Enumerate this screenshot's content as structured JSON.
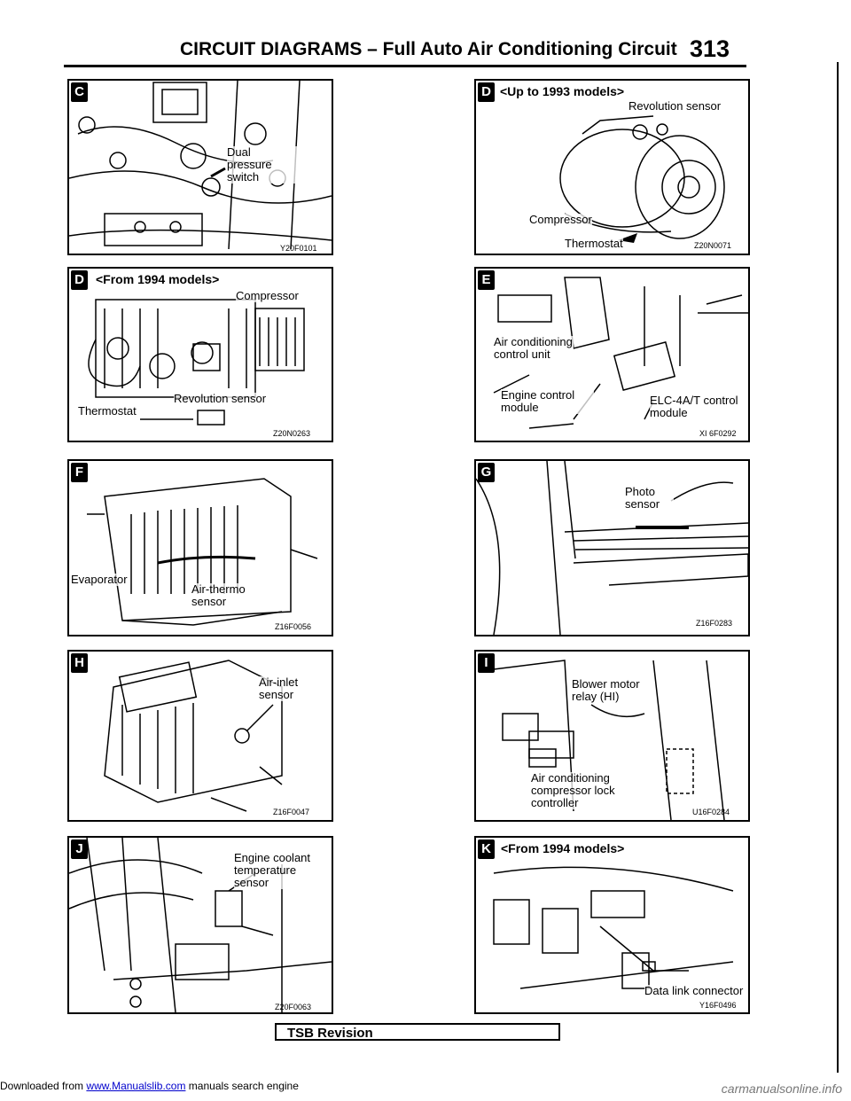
{
  "download_line": {
    "prefix": "Downloaded from",
    "link": "www.Manualslib.com",
    "suffix": "manuals search engine"
  },
  "header": {
    "title": "CIRCUIT DIAGRAMS – Full Auto Air Conditioning Circuit",
    "page_number": "313"
  },
  "watermark": "carmanualsonline.info",
  "footer": {
    "tsb": "TSB Revision"
  },
  "panels": {
    "C": {
      "letter": "C",
      "labels": [
        "Dual pressure switch"
      ],
      "code": "Y20F0101"
    },
    "D1": {
      "letter": "D",
      "heading": "<Up to 1993 models>",
      "labels": [
        "Revolution sensor",
        "Compressor",
        "Thermostat"
      ],
      "code": "Z20N0071"
    },
    "D2": {
      "letter": "D",
      "heading": "<From 1994 models>",
      "labels": [
        "Compressor",
        "Revolution sensor",
        "Thermostat"
      ],
      "code": "Z20N0263"
    },
    "E": {
      "letter": "E",
      "labels": [
        "Air conditioning control unit",
        "Engine control module",
        "ELC-4A/T control module"
      ],
      "code": "XI 6F0292"
    },
    "F": {
      "letter": "F",
      "labels": [
        "Evaporator",
        "Air-thermo sensor"
      ],
      "code": "Z16F0056"
    },
    "G": {
      "letter": "G",
      "labels": [
        "Photo sensor"
      ],
      "code": "Z16F0283"
    },
    "H": {
      "letter": "H",
      "labels": [
        "Air-inlet sensor"
      ],
      "code": "Z16F0047"
    },
    "I": {
      "letter": "I",
      "labels": [
        "Blower motor relay (HI)",
        "Air conditioning compressor lock controller"
      ],
      "code": "U16F0284"
    },
    "J": {
      "letter": "J",
      "labels": [
        "Engine coolant temperature sensor"
      ],
      "code": "Z20F0063"
    },
    "K": {
      "letter": "K",
      "heading": "<From 1994 models>",
      "labels": [
        "Data link connector"
      ],
      "code": "Y16F0496"
    }
  }
}
